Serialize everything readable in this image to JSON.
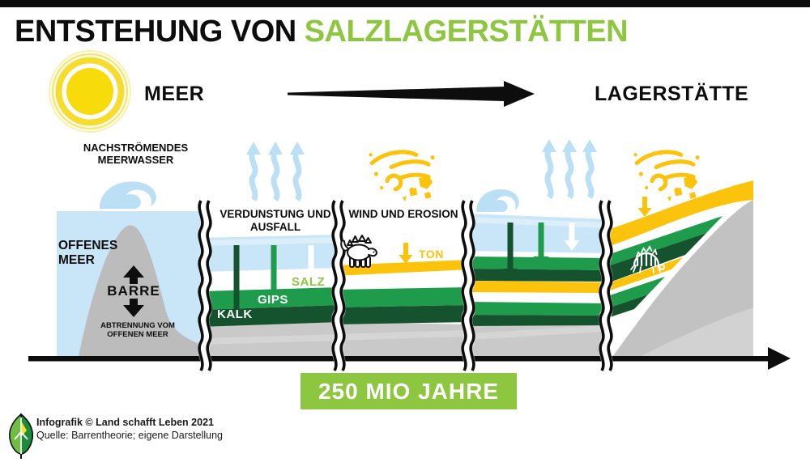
{
  "title": {
    "part_black": "ENTSTEHUNG VON",
    "part_green": "SALZLAGERSTÄTTEN"
  },
  "flow": {
    "start_label": "MEER",
    "end_label": "LAGERSTÄTTE"
  },
  "panel_open_sea": {
    "inflow_label": "NACHSTRÖMENDES MEERWASSER",
    "sea_label": "OFFENES MEER",
    "barrier_label": "BARRE",
    "separation_label": "ABTRENNUNG VOM OFFENEN MEER"
  },
  "panel_evaporation": {
    "label": "VERDUNSTUNG UND AUSFALL",
    "layer_kalk": "KALK",
    "layer_gips": "GIPS",
    "layer_salz": "SALZ"
  },
  "panel_wind": {
    "label": "WIND UND EROSION",
    "layer_ton": "TON"
  },
  "timeline": {
    "duration_label": "250 MIO JAHRE"
  },
  "footer": {
    "credit": "Infografik © Land schafft Leben 2021",
    "source": "Quelle: Barrentheorie; eigene Darstellung"
  },
  "icons": [
    "sun-icon",
    "wave-icon",
    "steam-arrows-icon",
    "wind-erosion-icon",
    "dinosaur-icon",
    "fossil-icon",
    "leaf-logo"
  ],
  "colors": {
    "brand_green": "#8DC63F",
    "mid_green": "#1E9C4C",
    "dark_green": "#15532E",
    "yellow": "#FBC30B",
    "sea_blue": "#C9E6F8",
    "steam_blue": "#BBDFF5",
    "terrain_gray": "#C9C9C9",
    "mountain_gray": "#C2C2C2",
    "ink": "#0D0D0D"
  }
}
